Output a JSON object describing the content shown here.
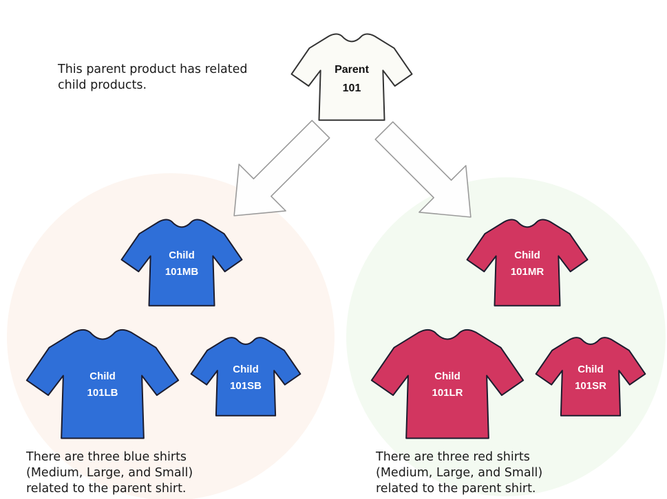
{
  "intro_text": [
    "This parent product has related",
    "child products."
  ],
  "parent": {
    "line1": "Parent",
    "line2": "101",
    "color": "#fbfbf6",
    "text_color": "#111111"
  },
  "groups": [
    {
      "id": "blue",
      "color": "#2f6fd8",
      "circle_color": "#fdf5f0",
      "shirts": [
        {
          "size": "medium",
          "line1": "Child",
          "line2": "101MB"
        },
        {
          "size": "large",
          "line1": "Child",
          "line2": "101LB"
        },
        {
          "size": "small",
          "line1": "Child",
          "line2": "101SB"
        }
      ],
      "caption": [
        "There are three blue shirts",
        "(Medium, Large, and Small)",
        "related to the parent shirt."
      ]
    },
    {
      "id": "red",
      "color": "#d23660",
      "circle_color": "#f3faf1",
      "shirts": [
        {
          "size": "medium",
          "line1": "Child",
          "line2": "101MR"
        },
        {
          "size": "large",
          "line1": "Child",
          "line2": "101LR"
        },
        {
          "size": "small",
          "line1": "Child",
          "line2": "101SR"
        }
      ],
      "caption": [
        "There are three red shirts",
        "(Medium, Large, and Small)",
        "related to the parent shirt."
      ]
    }
  ]
}
